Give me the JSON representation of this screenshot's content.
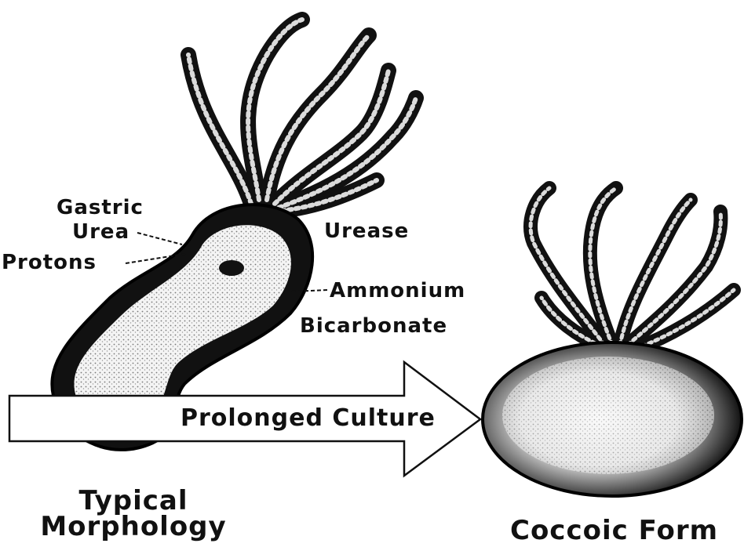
{
  "labels": {
    "gastric_urea_line1": "Gastric",
    "gastric_urea_line2": "Urea",
    "protons": "Protons",
    "urease": "Urease",
    "ammonium": "Ammonium",
    "bicarbonate": "Bicarbonate"
  },
  "arrow": {
    "label": "Prolonged Culture"
  },
  "captions": {
    "typical_line1": "Typical",
    "typical_line2": "Morphology",
    "coccoid": "Coccoic Form"
  }
}
